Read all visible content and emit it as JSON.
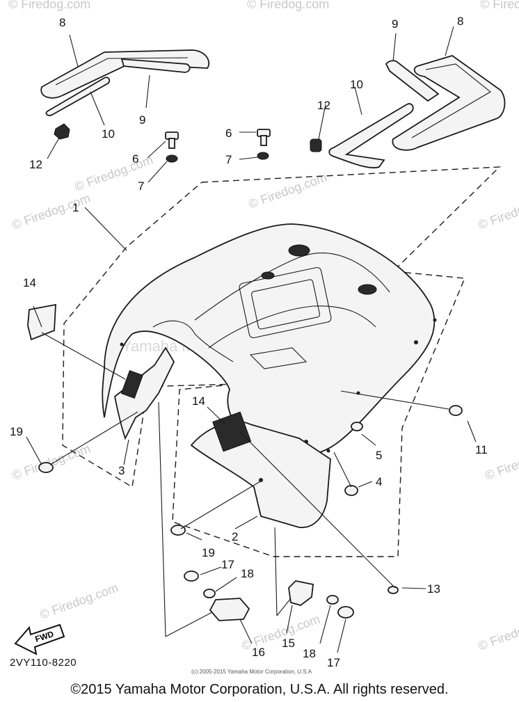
{
  "watermark": {
    "site": "© Firedog.com",
    "dealer": "Yamaha Motor Corp, U.S.A"
  },
  "callouts": {
    "c1": "1",
    "c2": "2",
    "c3": "3",
    "c4": "4",
    "c5": "5",
    "c6a": "6",
    "c6b": "6",
    "c7a": "7",
    "c7b": "7",
    "c8a": "8",
    "c8b": "8",
    "c9a": "9",
    "c9b": "9",
    "c10a": "10",
    "c10b": "10",
    "c11": "11",
    "c12a": "12",
    "c12b": "12",
    "c13": "13",
    "c14a": "14",
    "c14b": "14",
    "c15": "15",
    "c16": "16",
    "c17a": "17",
    "c17b": "17",
    "c18a": "18",
    "c18b": "18",
    "c19a": "19",
    "c19b": "19"
  },
  "fwd_label": "FWD",
  "part_code": "2VY110-8220",
  "small_copyright": "(c) 2005-2015 Yamaha Motor Corporation, U.S.A",
  "footer": "©2015 Yamaha Motor Corporation, U.S.A. All rights reserved."
}
